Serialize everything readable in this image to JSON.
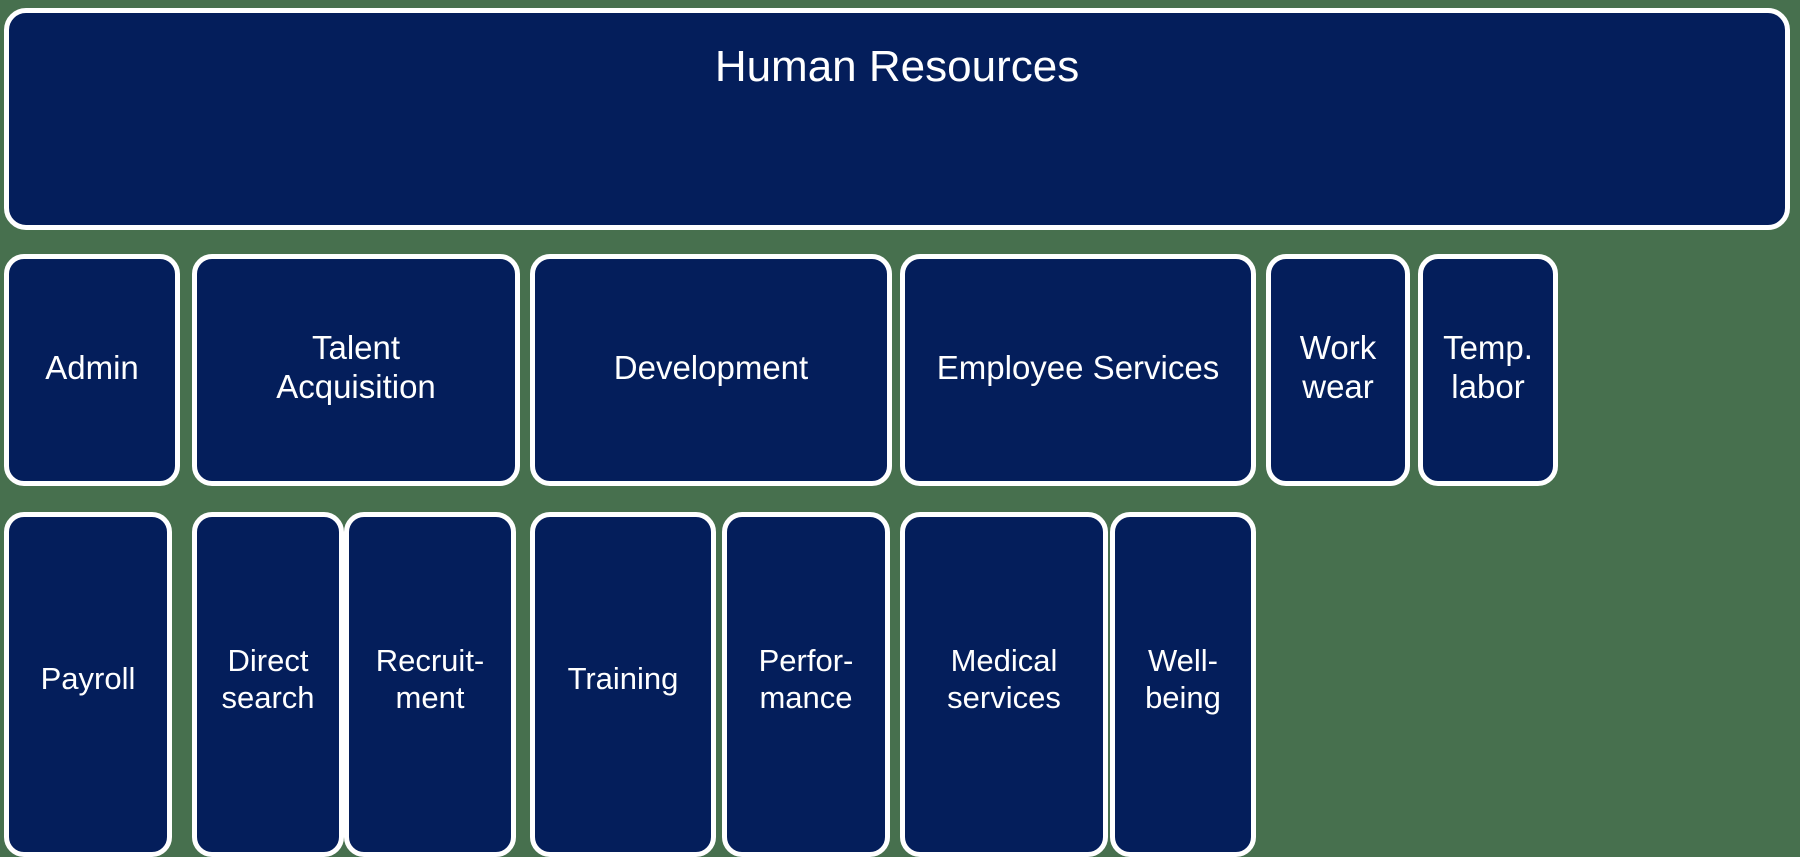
{
  "diagram": {
    "title": "Human Resources",
    "background_color": "#47704E",
    "node_fill_color": "#041E5B",
    "node_border_color": "#FFFFFF",
    "node_text_color": "#FFFFFF",
    "root": {
      "label": "Human Resources"
    },
    "divisions": [
      {
        "label": "Admin"
      },
      {
        "label": "Talent\nAcquisition"
      },
      {
        "label": "Development"
      },
      {
        "label": "Employee Services"
      },
      {
        "label": "Work\nwear"
      },
      {
        "label": "Temp.\nlabor"
      }
    ],
    "teams": [
      {
        "label": "Payroll"
      },
      {
        "label": "Direct\nsearch"
      },
      {
        "label": "Recruit-\nment"
      },
      {
        "label": "Training"
      },
      {
        "label": "Perfor-\nmance"
      },
      {
        "label": "Medical\nservices"
      },
      {
        "label": "Well-\nbeing"
      }
    ]
  }
}
